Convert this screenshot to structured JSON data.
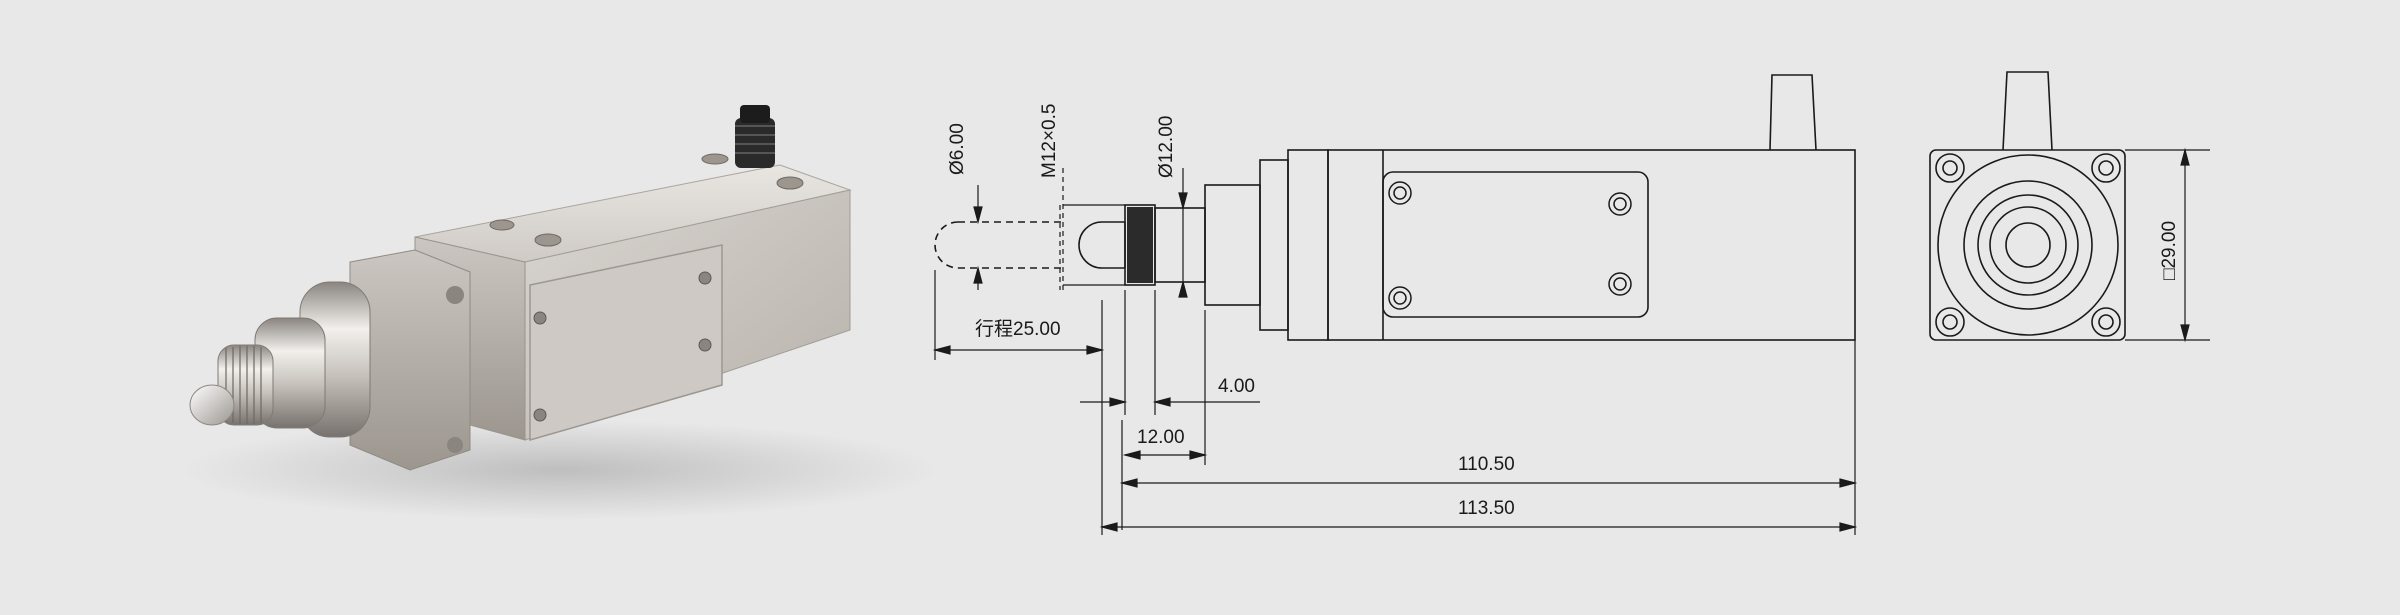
{
  "drawing": {
    "dimensions": {
      "d_pin": "Ø6.00",
      "thread": "M12×0.5",
      "d_body": "Ø12.00",
      "stroke": "行程25.00",
      "flange_gap": "4.00",
      "thread_length": "12.00",
      "length_short": "110.50",
      "length_total": "113.50",
      "square": "□29.00"
    }
  },
  "colors": {
    "background": "#e8e8e8",
    "line": "#1a1a1a",
    "metal_light": "#e4e1dd",
    "metal_dark": "#8f8a85",
    "cable": "#1c1c1c"
  }
}
